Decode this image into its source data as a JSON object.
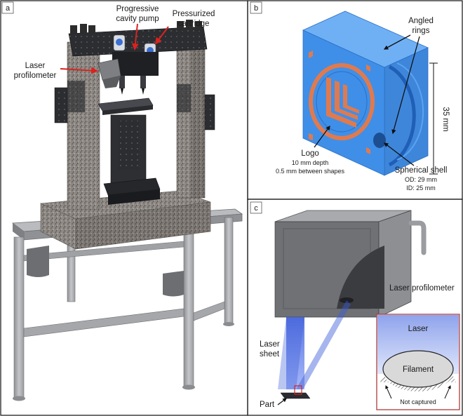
{
  "panels": {
    "a": {
      "letter": "a",
      "labels": {
        "pump": [
          "Progressive",
          "cavity pump"
        ],
        "cartridge": [
          "Pressurized",
          "cartridge"
        ],
        "profilometer": [
          "Laser",
          "profilometer"
        ]
      }
    },
    "b": {
      "letter": "b",
      "labels": {
        "rings": [
          "Angled",
          "rings"
        ],
        "dimension": "35 mm",
        "logo": "Logo",
        "logo_details": [
          "10 mm depth",
          "0.5 mm between shapes"
        ],
        "shell": "Spherical shell",
        "shell_details": [
          "OD: 29 mm",
          "ID: 25 mm"
        ]
      }
    },
    "c": {
      "letter": "c",
      "labels": {
        "profilometer": "Laser profilometer",
        "sheet": [
          "Laser",
          "sheet"
        ],
        "part": "Part",
        "inset_laser": "Laser",
        "inset_filament": "Filament",
        "inset_not_captured": "Not captured"
      }
    }
  },
  "colors": {
    "granite": "#8a8580",
    "frame": "#a7a9ac",
    "breadboard": "#2b2d31",
    "resin_blue": "#3f8fe8",
    "logo_orange": "#e07a4e",
    "laser_blue": "#3a5bd9",
    "inset_border": "#b03a3a"
  }
}
